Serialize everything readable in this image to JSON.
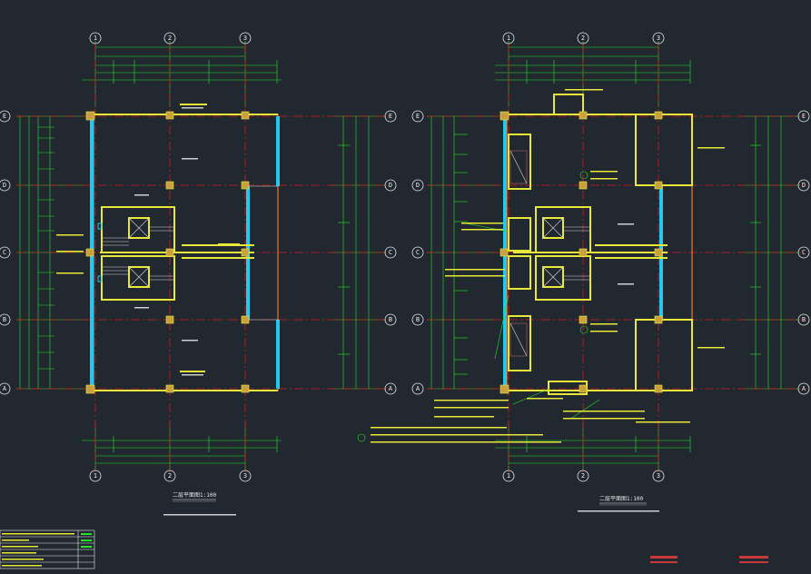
{
  "left_plan": {
    "axes_top": [
      "1",
      "2",
      "3"
    ],
    "axes_side": [
      "E",
      "D",
      "C",
      "B",
      "A"
    ],
    "title": "二层平面图1:100"
  },
  "right_plan": {
    "axes_top": [
      "1",
      "2",
      "3"
    ],
    "axes_side": [
      "E",
      "D",
      "C",
      "B",
      "A"
    ],
    "title": "二层平面图1:100"
  },
  "colors": {
    "background": "#212830",
    "grid_line": "#d51b1b",
    "dimension": "#27e327",
    "wall": "#e8e838",
    "glass": "#22c8f0",
    "column": "#c8a040"
  }
}
